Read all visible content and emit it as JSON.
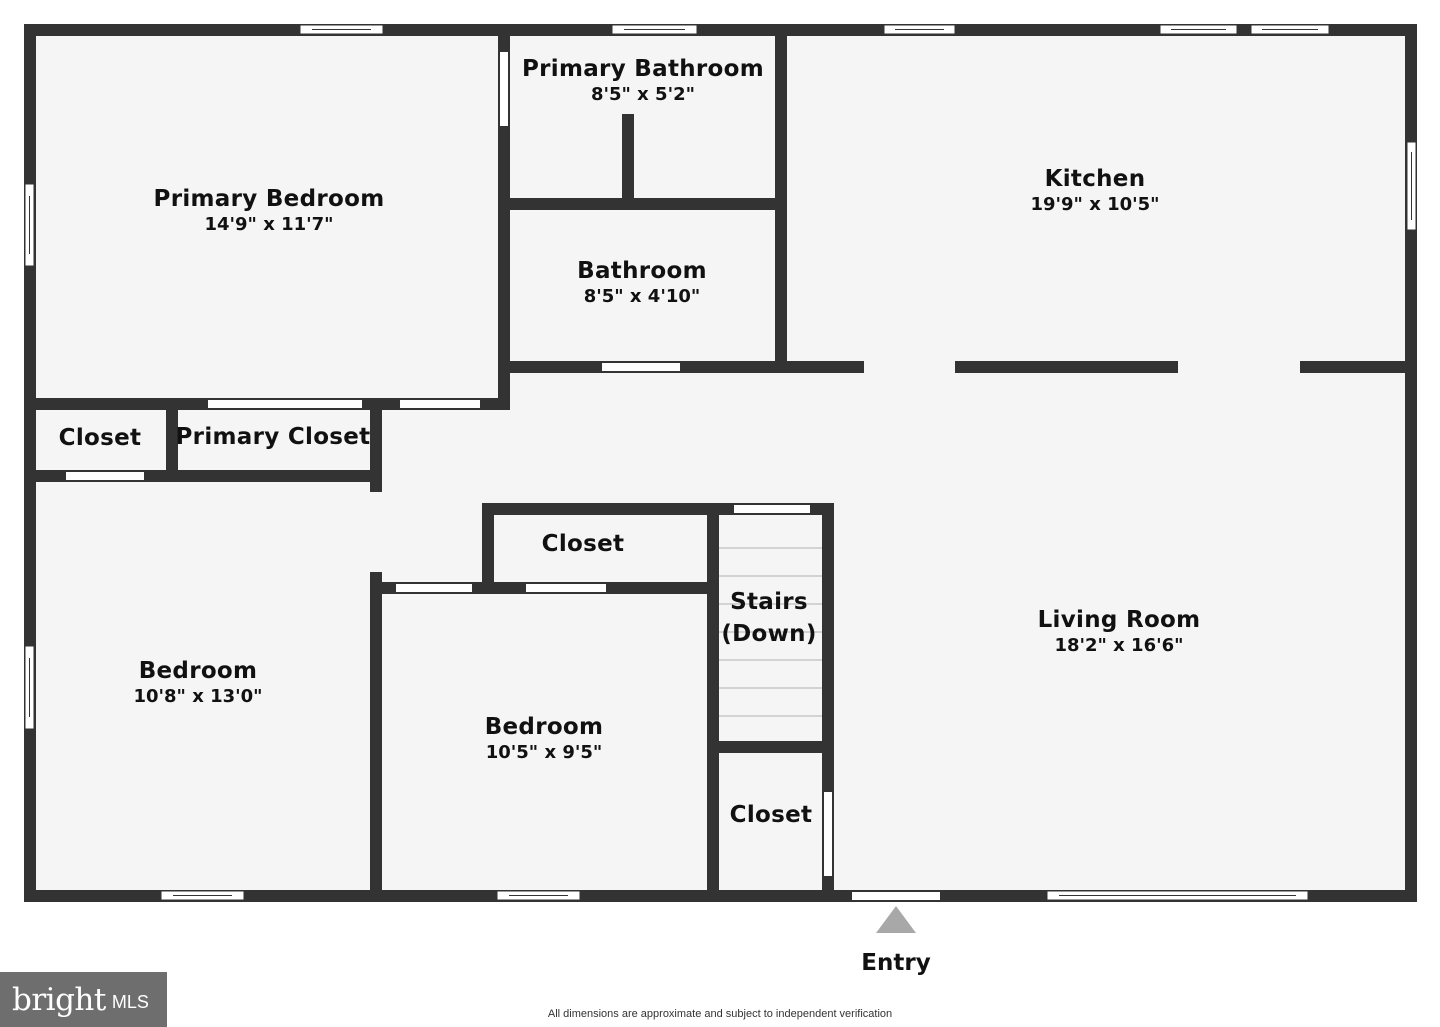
{
  "rooms": [
    {
      "id": "primary-bedroom",
      "name": "Primary Bedroom",
      "dim": "14'9\" x 11'7\""
    },
    {
      "id": "primary-bathroom",
      "name": "Primary Bathroom",
      "dim": "8'5\" x 5'2\""
    },
    {
      "id": "kitchen",
      "name": "Kitchen",
      "dim": "19'9\" x 10'5\""
    },
    {
      "id": "bathroom",
      "name": "Bathroom",
      "dim": "8'5\" x 4'10\""
    },
    {
      "id": "closet-left",
      "name": "Closet",
      "dim": ""
    },
    {
      "id": "primary-closet",
      "name": "Primary Closet",
      "dim": ""
    },
    {
      "id": "closet-middle",
      "name": "Closet",
      "dim": ""
    },
    {
      "id": "stairs",
      "name": "Stairs\n(Down)",
      "dim": ""
    },
    {
      "id": "living-room",
      "name": "Living Room",
      "dim": "18'2\" x 16'6\""
    },
    {
      "id": "bedroom-left",
      "name": "Bedroom",
      "dim": "10'8\" x 13'0\""
    },
    {
      "id": "bedroom-middle",
      "name": "Bedroom",
      "dim": "10'5\" x 9'5\""
    },
    {
      "id": "closet-bottom",
      "name": "Closet",
      "dim": ""
    }
  ],
  "entry": {
    "label": "Entry"
  },
  "footnote": "All dimensions are approximate and subject to independent verification",
  "logo": {
    "word": "bright",
    "tag": "MLS"
  },
  "colors": {
    "wall": "#333333",
    "floor": "#f5f5f5",
    "opening": "#ffffff",
    "marker": "#a8a8a8",
    "logo_bg": "#6e6e6e"
  }
}
